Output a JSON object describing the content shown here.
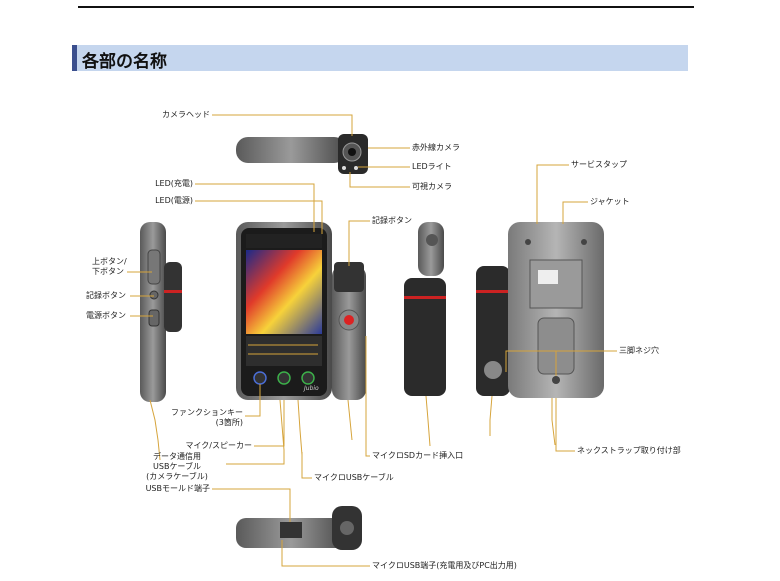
{
  "section": {
    "title": "各部の名称"
  },
  "labels": {
    "camera_head": "カメラヘッド",
    "ir_camera": "赤外線カメラ",
    "led_light": "LEDライト",
    "visible_camera": "可視カメラ",
    "led_charge": "LED(充電)",
    "led_power": "LED(電源)",
    "record_button_top": "記録ボタン",
    "up_down_button": "上ボタン/\n下ボタン",
    "record_button_side": "記録ボタン",
    "power_button": "電源ボタン",
    "service_strap": "サービスタップ",
    "jacket": "ジャケット",
    "tripod_hole": "三脚ネジ穴",
    "neck_strap": "ネックストラップ取り付け部",
    "function_key": "ファンクションキー\n(3箇所)",
    "mic_speaker": "マイク/スピーカー",
    "data_usb_cable": "データ通信用\nUSBケーブル\n(カメラケーブル)",
    "micro_sd": "マイクロSDカード挿入口",
    "micro_usb_cable": "マイクロUSBケーブル",
    "usb_mode_terminal": "USBモールド端子",
    "micro_usb_terminal": "マイクロUSB端子(充電用及びPC出力用)"
  },
  "device": {
    "brand": "Jubio"
  }
}
